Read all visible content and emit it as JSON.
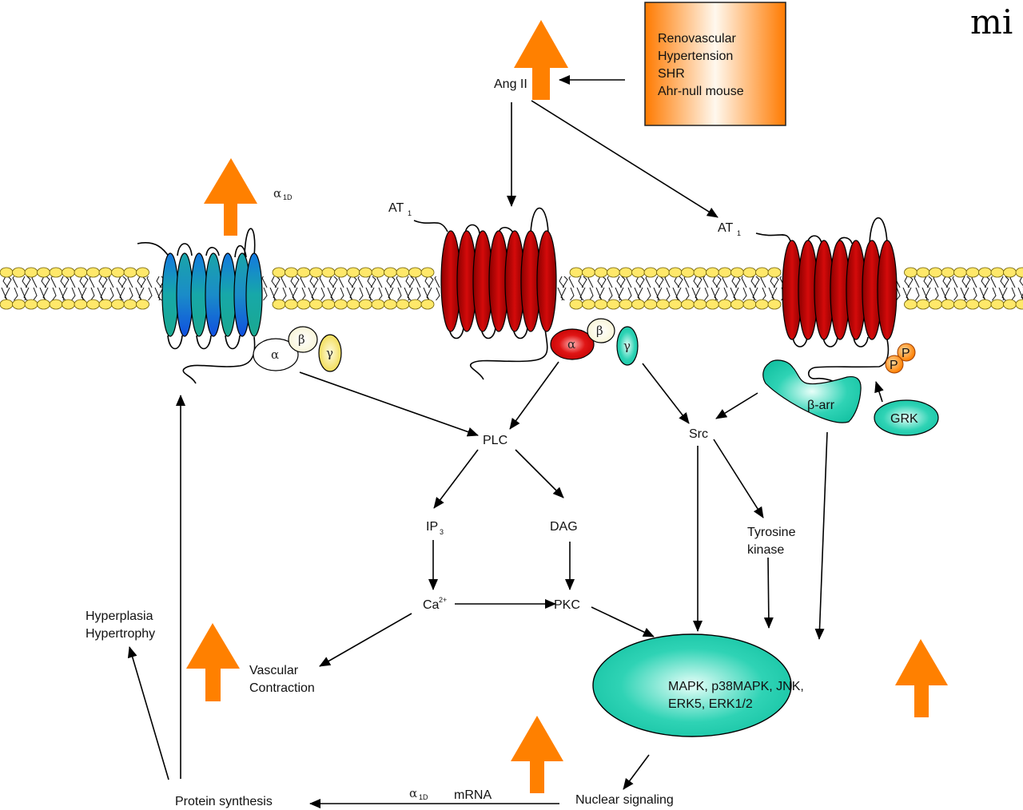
{
  "logo": {
    "text": "mi"
  },
  "conditions_box": {
    "lines": [
      "Renovascular",
      "Hypertension",
      "SHR",
      "Ahr-null mouse"
    ]
  },
  "nodes": {
    "ang2": "Ang II",
    "at1_left": "AT",
    "at1_left_sub": "1",
    "at1_right": "AT",
    "at1_right_sub": "1",
    "alpha1d": "α",
    "alpha1d_sub": "1D",
    "plc": "PLC",
    "ip3": "IP",
    "ip3_sub": "3",
    "dag": "DAG",
    "ca": "Ca",
    "ca_sup": "2+",
    "pkc": "PKC",
    "src": "Src",
    "tyrosine_kinase": [
      "Tyrosine",
      "kinase"
    ],
    "barr": "β-arr",
    "grk": "GRK",
    "phospho": "P",
    "mapk": [
      "MAPK, p38MAPK, JNK,",
      "ERK5, ERK1/2"
    ],
    "nuclear": "Nuclear signaling",
    "mrna_alpha": "α",
    "mrna_alpha_sub": "1D",
    "mrna": "mRNA",
    "protein": "Protein synthesis",
    "hyper": [
      "Hyperplasia",
      "Hypertrophy"
    ],
    "vascular": [
      "Vascular",
      "Contraction"
    ]
  },
  "g_protein": {
    "alpha": "α",
    "beta": "β",
    "gamma": "γ"
  },
  "colors": {
    "upregulation_arrow": "#ff8000",
    "at1_receptor": "#b00000",
    "alpha1d_receptor_blue": "#1a6fd8",
    "alpha1d_receptor_teal": "#1aa8a0",
    "teal_protein": "#1ecfb0",
    "lipid_head": "#ffe86a",
    "phosphate": "#ff8c1a"
  }
}
